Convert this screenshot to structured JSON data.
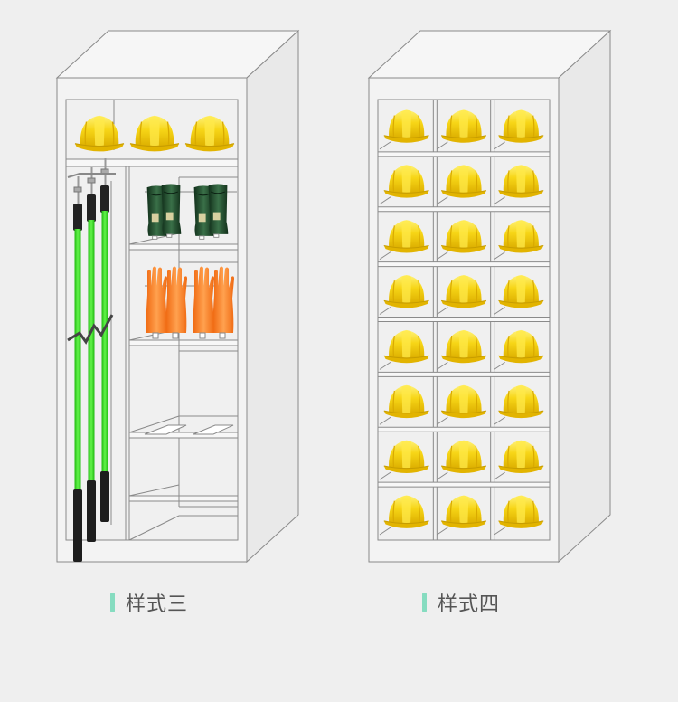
{
  "accent_color": "#86dcc0",
  "cabinets": [
    {
      "name": "style-three",
      "label": "样式三",
      "contents": {
        "top_shelf_helmets": 3,
        "rods": 3,
        "boots_pairs": 2,
        "glove_pairs": 2
      }
    },
    {
      "name": "style-four",
      "label": "样式四",
      "contents": {
        "helmet_columns": 3,
        "helmet_rows": 8
      }
    }
  ],
  "colors": {
    "background": "#efefef",
    "outline": "#8a8a8a",
    "helmet": "#f6d20f",
    "rod": "#39e021",
    "boot": "#1f4a2a",
    "glove": "#f5832a"
  }
}
